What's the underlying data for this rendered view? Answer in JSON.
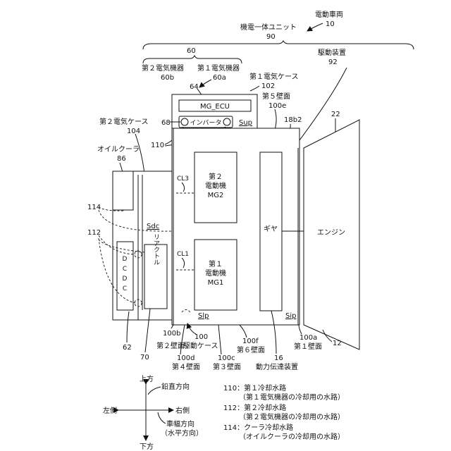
{
  "labels": {
    "vehicle": "電動車両",
    "vehicle_no": "10",
    "unit": "機電一体ユニット",
    "unit_no": "90",
    "elec_group_no": "60",
    "drive_device": "駆動装置",
    "drive_device_no": "92",
    "second_machine": "第２電気機器",
    "second_machine_no": "60b",
    "first_machine": "第１電気機器",
    "first_machine_no": "60a",
    "first_case": "第１電気ケース",
    "first_case_no": "102",
    "ref_64": "64",
    "mg_ecu": "MG_ECU",
    "fifth_wall": "第５壁面",
    "fifth_wall_no": "100e",
    "ref_68": "68",
    "inverter": "インバータ",
    "sup": "Sup",
    "ref_18b2": "18b2",
    "ref_22": "22",
    "second_case": "第２電気ケース",
    "second_case_no": "104",
    "oil_cooler": "オイルクーラ",
    "oil_cooler_no": "86",
    "ref_110": "110",
    "cl3": "CL3",
    "mg2_l1": "第２",
    "mg2_l2": "電動機",
    "mg2_l3": "MG2",
    "cl1": "CL1",
    "mg1_l1": "第１",
    "mg1_l2": "電動機",
    "mg1_l3": "MG1",
    "ref_114": "114",
    "ref_112": "112",
    "sdc": "Sdc",
    "gear": "ギヤ",
    "engine": "エンジン",
    "dcdc": [
      "D",
      "C",
      "D",
      "C"
    ],
    "reactor": "リアクトル",
    "slp": "Slp",
    "sip": "Sip",
    "ref_62": "62",
    "ref_100b": "100b",
    "second_wall": "第２壁面",
    "ref_100": "100",
    "drive_case": "駆動ケース",
    "ref_100f": "100f",
    "sixth_wall": "第６壁面",
    "ref_100a": "100a",
    "first_wall": "第１壁面",
    "ref_12": "12",
    "ref_70": "70",
    "ref_100d": "100d",
    "fourth_wall": "第４壁面",
    "ref_100c": "100c",
    "third_wall": "第３壁面",
    "ref_16": "16",
    "power_trans": "動力伝達装置"
  },
  "legend": {
    "up": "上方",
    "down": "下方",
    "left": "左側",
    "right": "右側",
    "vertical": "鉛直方向",
    "width_l1": "車幅方向",
    "width_l2": "（水平方向）",
    "items": [
      {
        "code": "110",
        "name": "110：第１冷却水路",
        "note": "（第１電気機器の冷却用の水路）"
      },
      {
        "code": "112",
        "name": "112：第２冷却水路",
        "note": "（第２電気機器の冷却用の水路）"
      },
      {
        "code": "114",
        "name": "114：クーラ冷却水路",
        "note": "（オイルクーラの冷却用の水路）"
      }
    ]
  }
}
